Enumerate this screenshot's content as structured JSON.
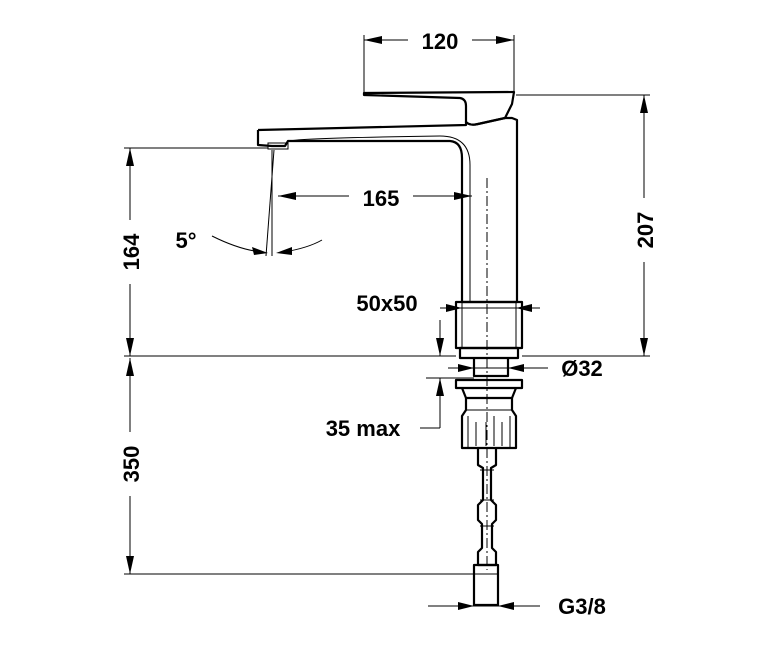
{
  "dimensions": {
    "handle_width": "120",
    "total_height": "207",
    "spout_reach": "165",
    "spout_height": "164",
    "angle": "5°",
    "body_size": "50x50",
    "shank_diameter": "Ø32",
    "max_thickness": "35 max",
    "hose_length": "350",
    "thread": "G3/8"
  }
}
